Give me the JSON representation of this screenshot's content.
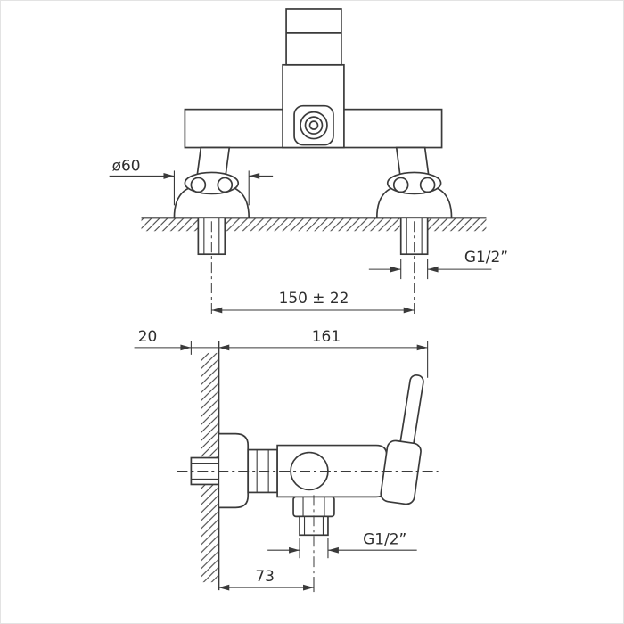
{
  "front_view": {
    "dim_flange_diameter": "ø60",
    "dim_center_distance": "150 ± 22",
    "dim_inlet_thread": "G1/2”"
  },
  "side_view": {
    "dim_wall_offset": "20",
    "dim_total_depth": "161",
    "dim_outlet_thread": "G1/2”",
    "dim_outlet_offset": "73"
  },
  "colors": {
    "line": "#3a3a3a",
    "text": "#2e2e2e",
    "background": "#ffffff"
  }
}
